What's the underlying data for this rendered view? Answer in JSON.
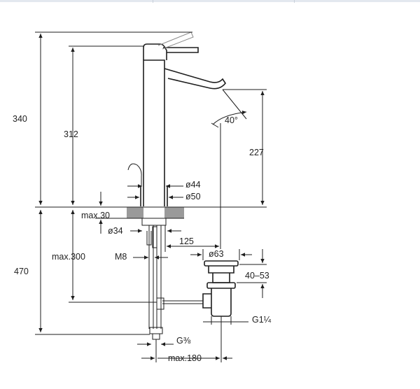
{
  "drawing": {
    "dimensions": {
      "height_total_upper": "340",
      "height_spout_top": "312",
      "spout_angle": "40°",
      "spout_height": "227",
      "diameter_base_inner": "ø44",
      "diameter_base_outer": "ø50",
      "max_countertop": "max.30",
      "hole_diameter": "ø34",
      "reach_125": "125",
      "thread": "M8",
      "max_300": "max.300",
      "height_lower": "470",
      "drain_diameter": "ø63",
      "drain_range": "40–53",
      "drain_thread": "G1¼",
      "supply_thread": "G⅜",
      "max_180": "max.180"
    }
  },
  "colors": {
    "line": "#1e1e1e",
    "hatch": "#9a9a9a",
    "topbar": "#e3e8ef"
  }
}
